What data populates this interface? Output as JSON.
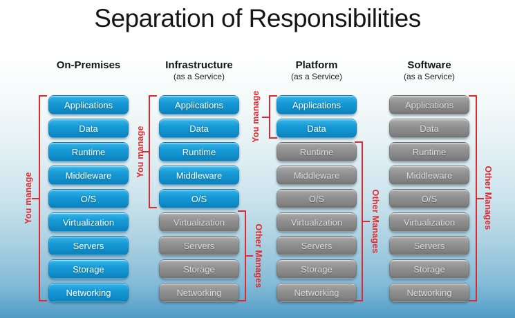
{
  "title": "Separation of Responsibilities",
  "colors": {
    "you_manage_blue": "#1596D2",
    "other_manages_gray": "#8C8C8C",
    "bracket_red": "#E0282E",
    "background_top": "#FFFFFF",
    "background_bottom": "#4F9AC5"
  },
  "legend": {
    "you": "You manage",
    "other": "Other Manages"
  },
  "columns": [
    {
      "header": "On-Premises",
      "subtitle": "",
      "boxes": [
        {
          "label": "Applications",
          "managed": "you"
        },
        {
          "label": "Data",
          "managed": "you"
        },
        {
          "label": "Runtime",
          "managed": "you"
        },
        {
          "label": "Middleware",
          "managed": "you"
        },
        {
          "label": "O/S",
          "managed": "you"
        },
        {
          "label": "Virtualization",
          "managed": "you"
        },
        {
          "label": "Servers",
          "managed": "you"
        },
        {
          "label": "Storage",
          "managed": "you"
        },
        {
          "label": "Networking",
          "managed": "you"
        }
      ],
      "brackets": [
        {
          "side": "left",
          "label": "You manage",
          "from": "Applications",
          "to": "Networking"
        }
      ]
    },
    {
      "header": "Infrastructure",
      "subtitle": "(as a Service)",
      "boxes": [
        {
          "label": "Applications",
          "managed": "you"
        },
        {
          "label": "Data",
          "managed": "you"
        },
        {
          "label": "Runtime",
          "managed": "you"
        },
        {
          "label": "Middleware",
          "managed": "you"
        },
        {
          "label": "O/S",
          "managed": "you"
        },
        {
          "label": "Virtualization",
          "managed": "other"
        },
        {
          "label": "Servers",
          "managed": "other"
        },
        {
          "label": "Storage",
          "managed": "other"
        },
        {
          "label": "Networking",
          "managed": "other"
        }
      ],
      "brackets": [
        {
          "side": "left",
          "label": "You manage",
          "from": "Applications",
          "to": "O/S"
        },
        {
          "side": "right",
          "label": "Other Manages",
          "from": "Virtualization",
          "to": "Networking"
        }
      ]
    },
    {
      "header": "Platform",
      "subtitle": "(as a Service)",
      "boxes": [
        {
          "label": "Applications",
          "managed": "you"
        },
        {
          "label": "Data",
          "managed": "you"
        },
        {
          "label": "Runtime",
          "managed": "other"
        },
        {
          "label": "Middleware",
          "managed": "other"
        },
        {
          "label": "O/S",
          "managed": "other"
        },
        {
          "label": "Virtualization",
          "managed": "other"
        },
        {
          "label": "Servers",
          "managed": "other"
        },
        {
          "label": "Storage",
          "managed": "other"
        },
        {
          "label": "Networking",
          "managed": "other"
        }
      ],
      "brackets": [
        {
          "side": "left",
          "label": "You manage",
          "from": "Applications",
          "to": "Data"
        },
        {
          "side": "right",
          "label": "Other Manages",
          "from": "Runtime",
          "to": "Networking"
        }
      ]
    },
    {
      "header": "Software",
      "subtitle": "(as a Service)",
      "boxes": [
        {
          "label": "Applications",
          "managed": "other"
        },
        {
          "label": "Data",
          "managed": "other"
        },
        {
          "label": "Runtime",
          "managed": "other"
        },
        {
          "label": "Middleware",
          "managed": "other"
        },
        {
          "label": "O/S",
          "managed": "other"
        },
        {
          "label": "Virtualization",
          "managed": "other"
        },
        {
          "label": "Servers",
          "managed": "other"
        },
        {
          "label": "Storage",
          "managed": "other"
        },
        {
          "label": "Networking",
          "managed": "other"
        }
      ],
      "brackets": [
        {
          "side": "right",
          "label": "Other Manages",
          "from": "Applications",
          "to": "Networking"
        }
      ]
    }
  ]
}
